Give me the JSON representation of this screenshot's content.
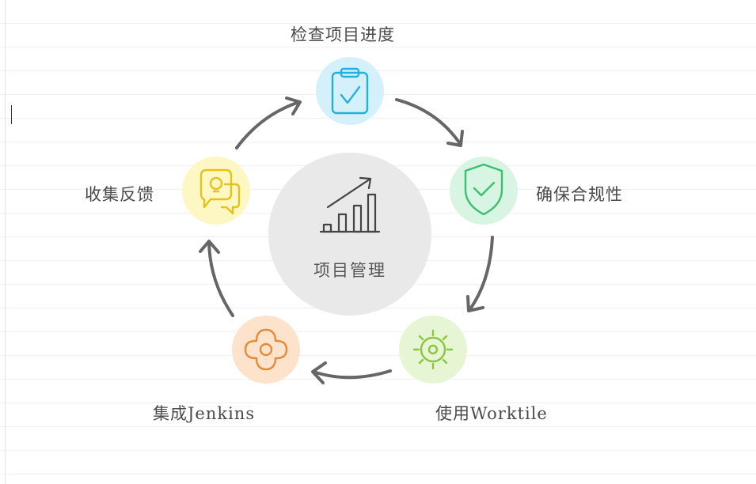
{
  "center": {
    "label": "项目管理",
    "icon": "bar-chart-trend-icon",
    "color": "#e9e9e9"
  },
  "nodes": [
    {
      "id": "check-progress",
      "label": "检查项目进度",
      "icon": "clipboard-check-icon",
      "color": "#d4f1fb",
      "accent": "#21b1df"
    },
    {
      "id": "ensure-compliance",
      "label": "确保合规性",
      "icon": "shield-check-icon",
      "color": "#d8f5e3",
      "accent": "#3cbf6e"
    },
    {
      "id": "use-worktile",
      "label": "使用Worktile",
      "icon": "sun-gear-icon",
      "color": "#e6f6d4",
      "accent": "#8cc63f"
    },
    {
      "id": "integrate-jenkins",
      "label": "集成Jenkins",
      "icon": "flower-icon",
      "color": "#fde3cc",
      "accent": "#e8893a"
    },
    {
      "id": "collect-feedback",
      "label": "收集反馈",
      "icon": "chat-bubbles-bulb-icon",
      "color": "#fdf7c3",
      "accent": "#e5c21a"
    }
  ],
  "colors": {
    "arrow": "#666666",
    "text": "#4a4a4a"
  }
}
